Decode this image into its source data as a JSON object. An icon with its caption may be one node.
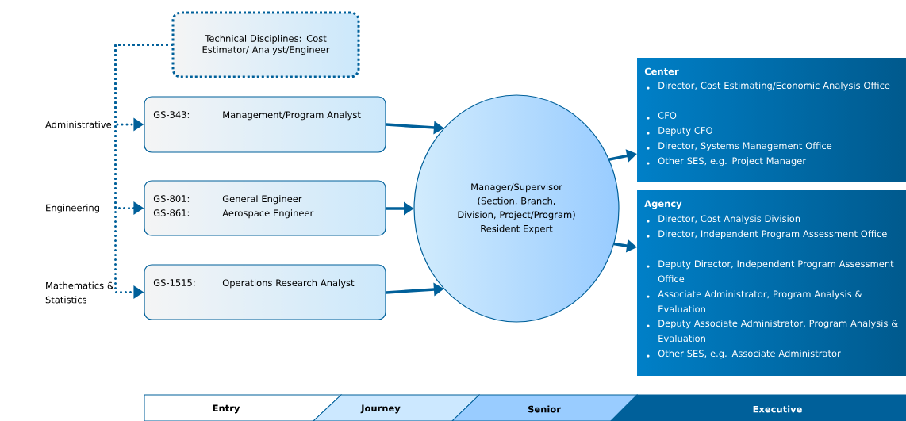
{
  "diagram": {
    "nodes": [
      {
        "text": [
          "Technical Disciplines: Cost Estimator/ Analyst/Engineer"
        ]
      },
      {
        "text": [
          "GS-343:",
          "Management/Program Analyst"
        ]
      },
      {
        "text": [
          "GS-801:",
          "General Engineer",
          "GS-861:",
          "Aerospace Engineer"
        ]
      },
      {
        "text": [
          "GS-1515:",
          "Operations Research Analyst"
        ]
      },
      {
        "text": [
          "Manager/Supervisor (Section, Branch, Division, Project/Program) Resident Expert"
        ]
      },
      {
        "text": [
          "Center",
          "Director, Cost Estimating/Economic Analysis Office",
          "CFO",
          "Deputy CFO",
          "Director, Systems Management Office",
          "Other SES, e.g. Project Manager"
        ]
      },
      {
        "text": [
          "Agency",
          "Director, Cost Analysis Division",
          "Director, Independent Program Assessment Office",
          "Deputy Director, Independent Program Assessment Office",
          "Associate Administrator, Program Analysis & Evaluation",
          "Deputy Associate Administrator, Program Analysis & Evaluation",
          "Other SES, e.g. Associate Administrator"
        ]
      },
      {
        "text": [
          "Entry"
        ]
      },
      {
        "text": [
          "Journey"
        ]
      },
      {
        "text": [
          "Senior"
        ]
      },
      {
        "text": [
          "Executive"
        ]
      }
    ],
    "edges": [
      {
        "from": 0,
        "to": 1,
        "arrow": "to",
        "style": "dashed"
      },
      {
        "from": 0,
        "to": 2,
        "arrow": "to",
        "style": "dashed"
      },
      {
        "from": 0,
        "to": 3,
        "arrow": "to",
        "style": "dashed"
      },
      {
        "from": 1,
        "to": 4,
        "arrow": "to"
      },
      {
        "from": 2,
        "to": 4,
        "arrow": "to"
      },
      {
        "from": 3,
        "to": 4,
        "arrow": "to"
      },
      {
        "from": 4,
        "to": 5,
        "arrow": "to"
      },
      {
        "from": 4,
        "to": 6,
        "arrow": "to"
      }
    ],
    "labels": [
      "Administrative",
      "Engineering",
      "Mathematics & Statistics"
    ]
  }
}
